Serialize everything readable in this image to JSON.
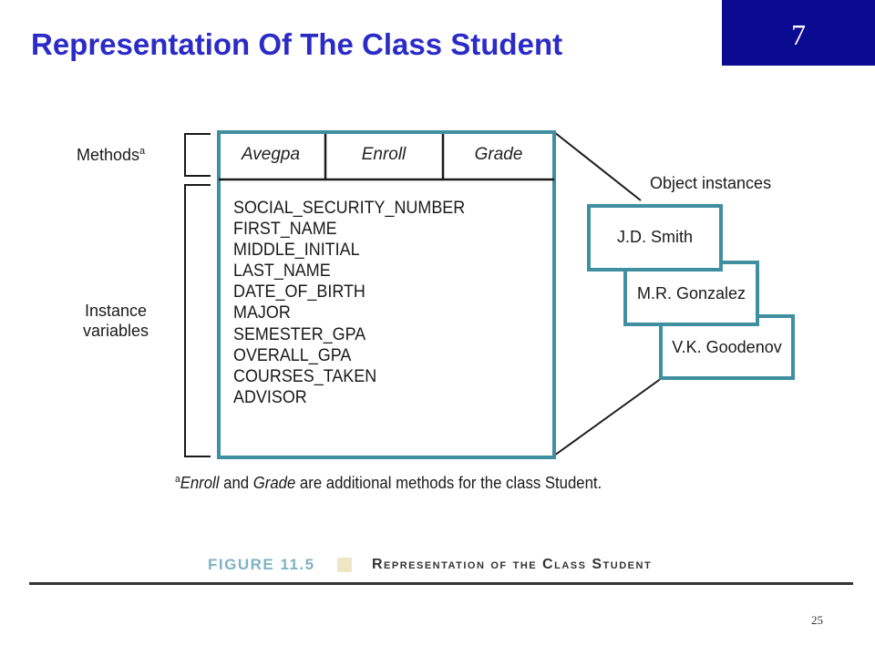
{
  "slide": {
    "title": "Representation Of The Class Student",
    "slide_number": "7",
    "page_number": "25"
  },
  "diagram": {
    "methods_label": "Methods",
    "methods_superscript": "a",
    "instance_label_line1": "Instance",
    "instance_label_line2": "variables",
    "methods": [
      "Avegpa",
      "Enroll",
      "Grade"
    ],
    "instance_variables": [
      "SOCIAL_SECURITY_NUMBER",
      "FIRST_NAME",
      "MIDDLE_INITIAL",
      "LAST_NAME",
      "DATE_OF_BIRTH",
      "MAJOR",
      "SEMESTER_GPA",
      "OVERALL_GPA",
      "COURSES_TAKEN",
      "ADVISOR"
    ],
    "object_instances_label": "Object instances",
    "object_instances": [
      "J.D. Smith",
      "M.R. Gonzalez",
      "V.K. Goodenov"
    ],
    "footnote_superscript": "a",
    "footnote_enroll": "Enroll",
    "footnote_and": " and ",
    "footnote_grade": "Grade",
    "footnote_rest": " are additional methods for the class Student.",
    "box_color": "#3f8fa0"
  },
  "figure": {
    "number": "FIGURE 11.5",
    "caption": "Representation of the Class Student"
  }
}
